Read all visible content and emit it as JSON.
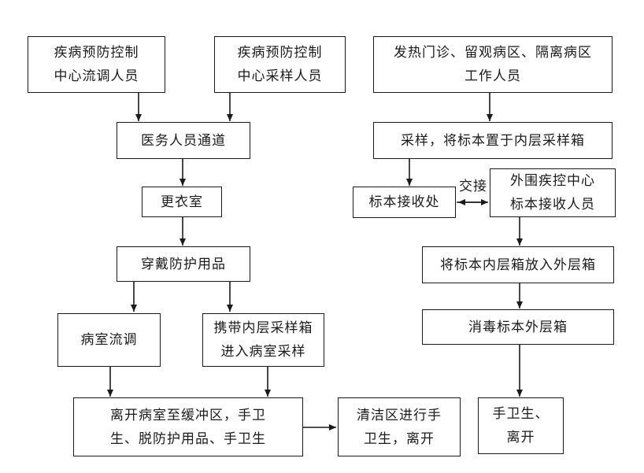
{
  "nodes": {
    "cdc_epi": {
      "line1": "疾病预防控制",
      "line2": "中心流调人员"
    },
    "cdc_sample": {
      "line1": "疾病预防控制",
      "line2": "中心采样人员"
    },
    "fever_staff": {
      "line1": "发热门诊、留观病区、隔离病区",
      "line2": "工作人员"
    },
    "medical_channel": {
      "text": "医务人员通道"
    },
    "sampling": {
      "text": "采样，将标本置于内层采样箱"
    },
    "changing_room": {
      "text": "更衣室"
    },
    "receipt_point": {
      "text": "标本接收处"
    },
    "outer_receiver": {
      "line1": "外围疾控中心",
      "line2": "标本接收人员"
    },
    "ppe": {
      "text": "穿戴防护用品"
    },
    "put_outer": {
      "text": "将标本内层箱放入外层箱"
    },
    "ward_epi": {
      "text": "病室流调"
    },
    "carry_box": {
      "line1": "携带内层采样箱",
      "line2": "进入病室采样"
    },
    "disinfect": {
      "text": "消毒标本外层箱"
    },
    "leave_ward": {
      "line1": "离开病室至缓冲区，手卫",
      "line2": "生、脱防护用品、手卫生"
    },
    "clean_area": {
      "line1": "清洁区进行手",
      "line2": "卫生，离开"
    },
    "hand_hygiene_leave": {
      "line1": "手卫生、",
      "line2": "离开"
    }
  },
  "edge_labels": {
    "handover": "交接"
  }
}
